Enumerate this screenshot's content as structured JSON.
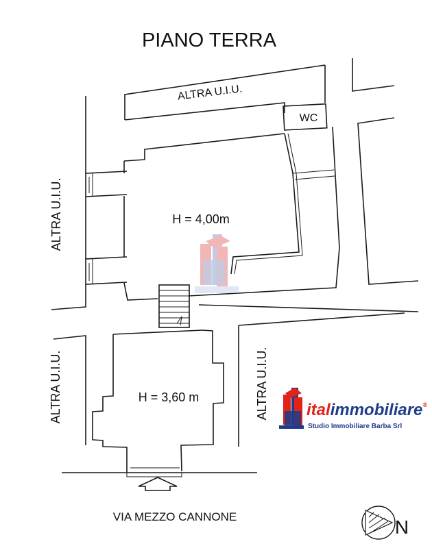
{
  "title": "PIANO TERRA",
  "labels": {
    "neighbor_top": "ALTRA U.I.U.",
    "neighbor_left_upper": "ALTRA U.I.U.",
    "neighbor_left_lower": "ALTRA U.I.U.",
    "neighbor_right_lower": "ALTRA U.I.U.",
    "wc": "WC",
    "height_upper_room": "H = 4,00m",
    "height_lower_room": "H = 3,60 m",
    "street": "VIA MEZZO CANNONE",
    "north_letter": "N"
  },
  "logo": {
    "name_part1": "ital",
    "name_part2": "immobiliare",
    "registered": "®",
    "subtitle": "Studio Immobiliare Barba Srl"
  },
  "colors": {
    "logo_red": "#e2231a",
    "logo_blue": "#1f3c8a",
    "watermark_red": "#e97b7b",
    "watermark_blue": "#8fa3cf",
    "line": "#1a1a1a"
  },
  "icons": {
    "entrance": "entrance-arrow-icon",
    "compass": "north-compass-icon",
    "watermark": "building-watermark-icon"
  }
}
